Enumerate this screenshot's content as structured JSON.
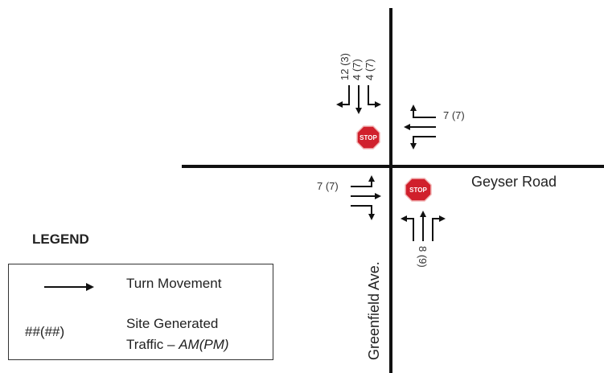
{
  "streets": {
    "east_west": "Geyser Road",
    "north_south": "Greenfield Ave."
  },
  "stop_signs": {
    "text": "STOP"
  },
  "volumes": {
    "southbound": [
      "12 (3)",
      "4 (7)",
      "4 (7)"
    ],
    "westbound": "7 (7)",
    "eastbound": "7 (7)",
    "northbound": "8 (9)"
  },
  "legend": {
    "title": "LEGEND",
    "turn_movement": "Turn Movement",
    "code": "##(##)",
    "site_generated": "Site Generated",
    "traffic": "Traffic – ",
    "traffic_italic": "AM(PM)"
  },
  "colors": {
    "road_line": "#111111",
    "stop_red": "#d0202c"
  }
}
